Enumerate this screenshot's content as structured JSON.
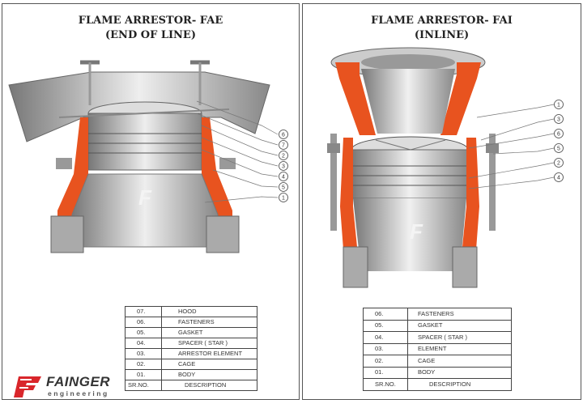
{
  "left": {
    "title_line1": "FLAME ARRESTOR- FAE",
    "title_line2": "(END OF LINE)",
    "callouts": [
      "6",
      "7",
      "2",
      "3",
      "4",
      "5",
      "1"
    ],
    "parts": [
      {
        "no": "07.",
        "desc": "HOOD"
      },
      {
        "no": "06.",
        "desc": "FASTENERS"
      },
      {
        "no": "05.",
        "desc": "GASKET"
      },
      {
        "no": "04.",
        "desc": "SPACER  ( STAR )"
      },
      {
        "no": "03.",
        "desc": "ARRESTOR ELEMENT"
      },
      {
        "no": "02.",
        "desc": "CAGE"
      },
      {
        "no": "01.",
        "desc": "BODY"
      }
    ],
    "header": {
      "no": "SR.NO.",
      "desc": "DESCRIPTION"
    }
  },
  "right": {
    "title_line1": "FLAME ARRESTOR- FAI",
    "title_line2": "(INLINE)",
    "callouts": [
      "1",
      "3",
      "6",
      "5",
      "2",
      "4"
    ],
    "parts": [
      {
        "no": "06.",
        "desc": "FASTENERS"
      },
      {
        "no": "05.",
        "desc": "GASKET"
      },
      {
        "no": "04.",
        "desc": "SPACER ( STAR )"
      },
      {
        "no": "03.",
        "desc": "ELEMENT"
      },
      {
        "no": "02.",
        "desc": "CAGE"
      },
      {
        "no": "01.",
        "desc": "BODY"
      }
    ],
    "header": {
      "no": "SR.NO.",
      "desc": "DESCRIPTION"
    }
  },
  "logo": {
    "brand": "FAINGER",
    "sub": "engineering",
    "mark": "F"
  },
  "colors": {
    "accent": "#e8531f",
    "steel": "#b8b8b8",
    "logo_red": "#d9262b"
  }
}
